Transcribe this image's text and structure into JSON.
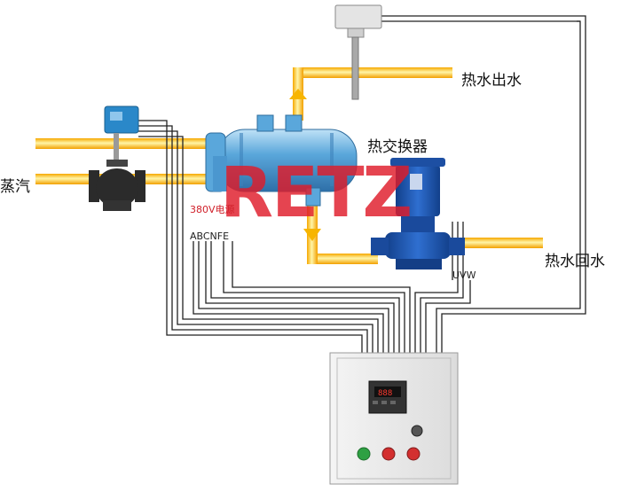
{
  "labels": {
    "steam": "蒸汽",
    "hot_water_out": "热水出水",
    "heat_exchanger": "热交换器",
    "hot_water_return": "热水回水",
    "power_source": "380V电源",
    "terminals_abc": "ABCNFE",
    "terminals_uvw": "UVW"
  },
  "watermark": "RETZ",
  "panel_display": "888",
  "colors": {
    "pipe": "#f7b500",
    "pipe_highlight": "#fff3a0",
    "exchanger": "#4f9fd6",
    "pump": "#1e5bb8",
    "valve_actuator": "#2a88c9",
    "valve_body": "#2b2b2b",
    "watermark": "#e01c2a",
    "panel": "#eeeeee",
    "wire": "#222222"
  }
}
